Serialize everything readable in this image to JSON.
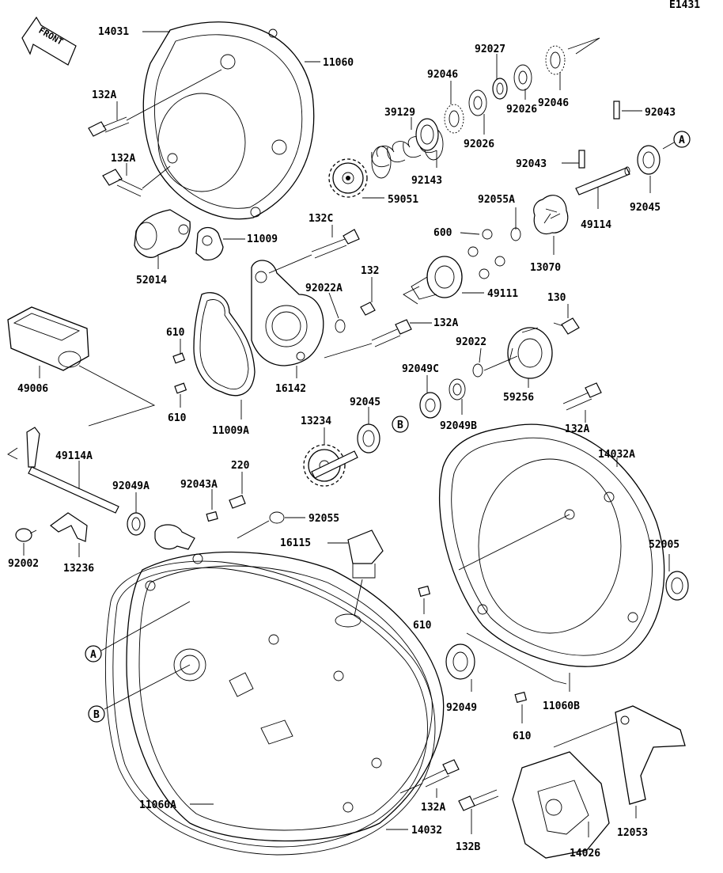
{
  "diagram_code": "E1431",
  "front_label": "FRONT",
  "labels": {
    "p14031": "14031",
    "p11060": "11060",
    "p132A_1": "132A",
    "p132A_2": "132A",
    "p132A_3": "132A",
    "p132A_4": "132A",
    "p132A_5": "132A",
    "p52014": "52014",
    "p11009": "11009",
    "p132C": "132C",
    "p132": "132",
    "p92022A": "92022A",
    "p92022": "92022",
    "p610_1": "610",
    "p610_2": "610",
    "p610_3": "610",
    "p610_4": "610",
    "p49006": "49006",
    "p11009A": "11009A",
    "p16142": "16142",
    "p39129": "39129",
    "p59051": "59051",
    "p92143": "92143",
    "p92046_1": "92046",
    "p92046_2": "92046",
    "p92027": "92027",
    "p92026_1": "92026",
    "p92026_2": "92026",
    "p92043_1": "92043",
    "p92043_2": "92043",
    "p92045_1": "92045",
    "p92045_2": "92045",
    "p49114": "49114",
    "p92055A": "92055A",
    "p600": "600",
    "p13070": "13070",
    "p49111": "49111",
    "p130": "130",
    "p59256": "59256",
    "p92049C": "92049C",
    "p92049B": "92049B",
    "p13234": "13234",
    "p49114A": "49114A",
    "p92049A": "92049A",
    "p92043A": "92043A",
    "p220": "220",
    "p92055": "92055",
    "p16115": "16115",
    "p92002": "92002",
    "p13236": "13236",
    "p14032A": "14032A",
    "p52005": "52005",
    "p92049": "92049",
    "p11060B": "11060B",
    "p11060A": "11060A",
    "p14032": "14032",
    "p132B": "132B",
    "p14026": "14026",
    "p12053": "12053"
  },
  "callouts": {
    "a_top": "A",
    "b_mid": "B",
    "a_bottom": "A",
    "b_bottom": "B"
  }
}
